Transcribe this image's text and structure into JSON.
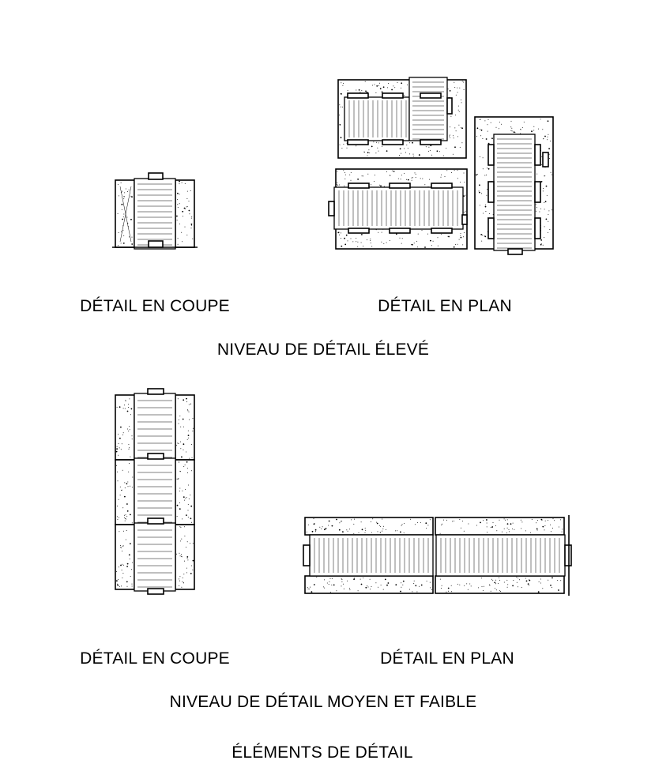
{
  "labels": {
    "high_section": "DÉTAIL EN COUPE",
    "high_plan": "DÉTAIL EN PLAN",
    "high_level": "NIVEAU DE DÉTAIL ÉLEVÉ",
    "med_section": "DÉTAIL EN COUPE",
    "med_plan": "DÉTAIL EN PLAN",
    "med_level": "NIVEAU DE DÉTAIL MOYEN ET FAIBLE",
    "sheet_title": "ÉLÉMENTS DE DÉTAIL"
  },
  "colors": {
    "line": "#000000",
    "background": "#ffffff"
  }
}
